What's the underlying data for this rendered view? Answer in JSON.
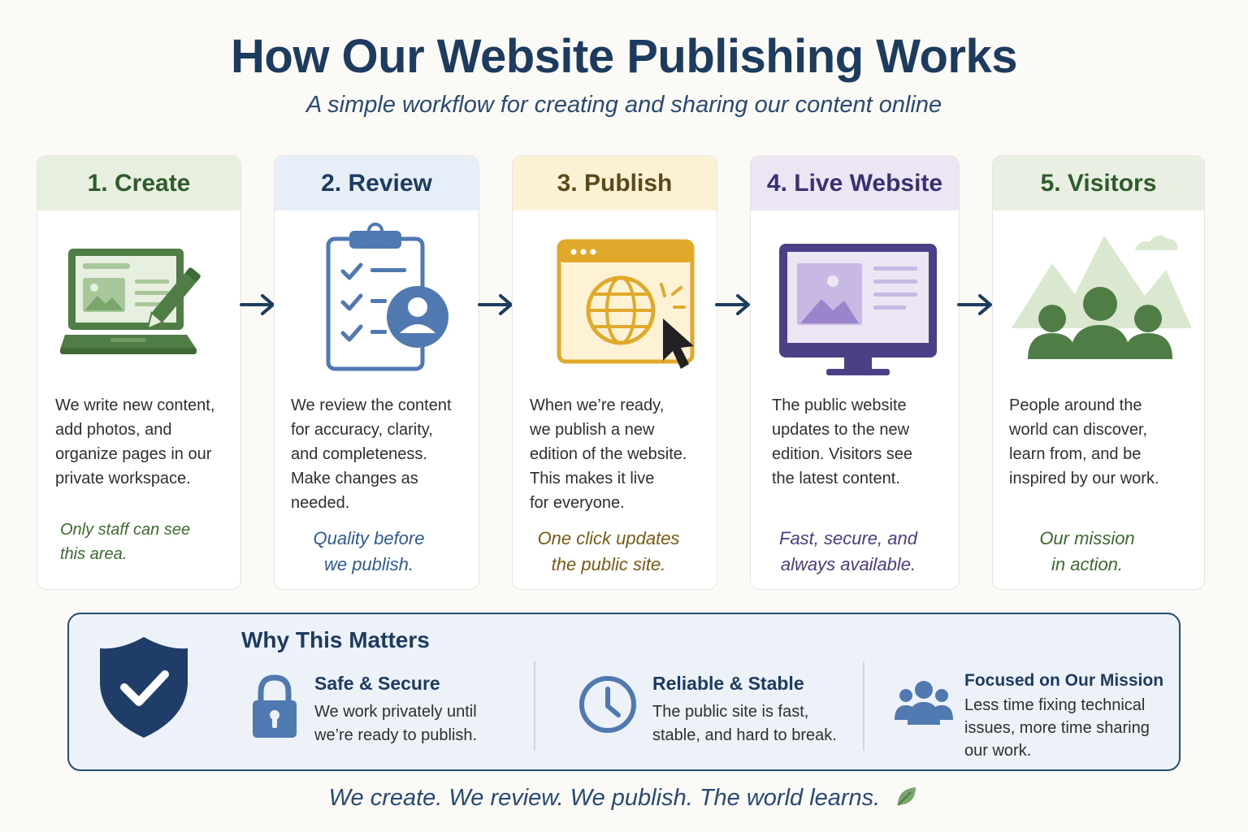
{
  "header": {
    "title": "How Our Website Publishing Works",
    "subtitle": "A simple workflow for creating and sharing our content online"
  },
  "steps": [
    {
      "title": "1. Create",
      "desc": [
        "We write new content,",
        "add photos, and",
        "organize pages in our",
        "private workspace."
      ],
      "note": [
        "Only staff can see",
        "this area."
      ],
      "icon": "laptop-pencil-icon",
      "header_color": "#e7efe1",
      "title_color": "#2f5a2a",
      "note_color": "#3c6a2f"
    },
    {
      "title": "2. Review",
      "desc": [
        "We review the content",
        "for accuracy, clarity,",
        "and completeness.",
        "Make changes as",
        "needed."
      ],
      "note": [
        "Quality before",
        "we publish."
      ],
      "icon": "clipboard-checklist-icon",
      "header_color": "#e8eef8",
      "title_color": "#1d3a5f",
      "note_color": "#2f5a95"
    },
    {
      "title": "3. Publish",
      "desc": [
        "When we’re ready,",
        "we publish a new",
        "edition of the website.",
        "This makes it live",
        "for everyone."
      ],
      "note": [
        "One click updates",
        "the public site."
      ],
      "icon": "browser-globe-click-icon",
      "header_color": "#fbf2d6",
      "title_color": "#5a4a1a",
      "note_color": "#7a5a14"
    },
    {
      "title": "4. Live Website",
      "desc": [
        "The public website",
        "updates to the new",
        "edition. Visitors see",
        "the latest content."
      ],
      "note": [
        "Fast, secure, and",
        "always available."
      ],
      "icon": "monitor-webpage-icon",
      "header_color": "#ece6f4",
      "title_color": "#3b3170",
      "note_color": "#4c3b82"
    },
    {
      "title": "5. Visitors",
      "desc": [
        "People around the",
        "world can discover,",
        "learn from, and be",
        "inspired by our work."
      ],
      "note": [
        "Our mission",
        "in action."
      ],
      "icon": "people-mountains-icon",
      "header_color": "#e9f0e3",
      "title_color": "#2f5a2a",
      "note_color": "#3c6a2f"
    }
  ],
  "why": {
    "title": "Why This Matters",
    "icon": "shield-check-icon",
    "items": [
      {
        "title": "Safe & Secure",
        "desc": [
          "We work privately until",
          "we’re ready to publish."
        ],
        "icon": "padlock-icon"
      },
      {
        "title": "Reliable & Stable",
        "desc": [
          "The public site is fast,",
          "stable, and hard to break."
        ],
        "icon": "clock-icon"
      },
      {
        "title": "Focused on Our Mission",
        "desc": [
          "Less time fixing technical",
          "issues, more time sharing",
          "our work."
        ],
        "icon": "team-icon"
      }
    ]
  },
  "footer": {
    "tagline": "We create. We review. We publish. The world learns.",
    "icon": "leaf-icon"
  }
}
